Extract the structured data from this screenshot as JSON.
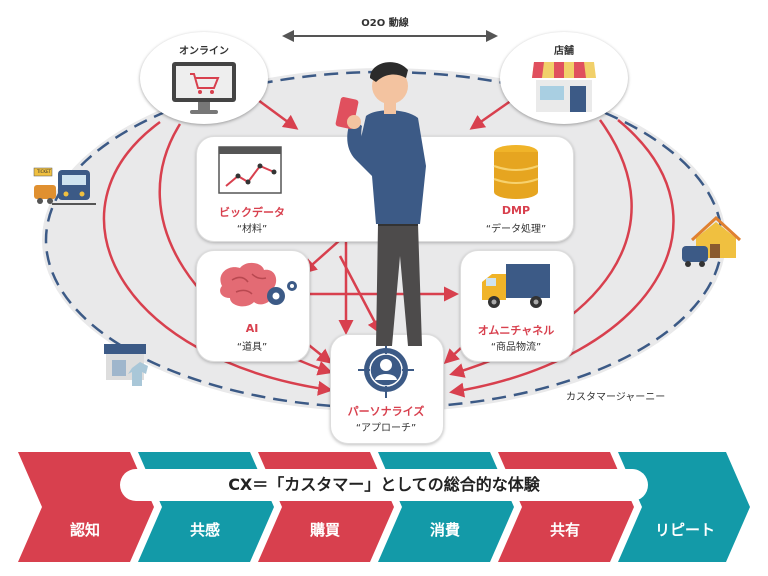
{
  "top_label": "O2O 動線",
  "online": {
    "label": "オンライン"
  },
  "store": {
    "label": "店舗"
  },
  "bigdata": {
    "title": "ビックデータ",
    "sub": "“材料”"
  },
  "dmp": {
    "title": "DMP",
    "sub": "“データ処理”"
  },
  "ai": {
    "title": "AI",
    "sub": "“道具”"
  },
  "omni": {
    "title": "オムニチャネル",
    "sub": "“商品物流”"
  },
  "personalize": {
    "title": "パーソナライズ",
    "sub": "“アプローチ”"
  },
  "journey_label": "カスタマージャーニー",
  "ticket_label": "TICKET",
  "cx_statement": "CX＝「カスタマー」としての総合的な体験",
  "stages": [
    {
      "label": "認知"
    },
    {
      "label": "共感"
    },
    {
      "label": "購買"
    },
    {
      "label": "消費"
    },
    {
      "label": "共有"
    },
    {
      "label": "リピート"
    }
  ],
  "colors": {
    "red": "#d8404e",
    "teal": "#139aa8",
    "ellipse": "#e9e9ea",
    "dash": "#3c5a86"
  }
}
